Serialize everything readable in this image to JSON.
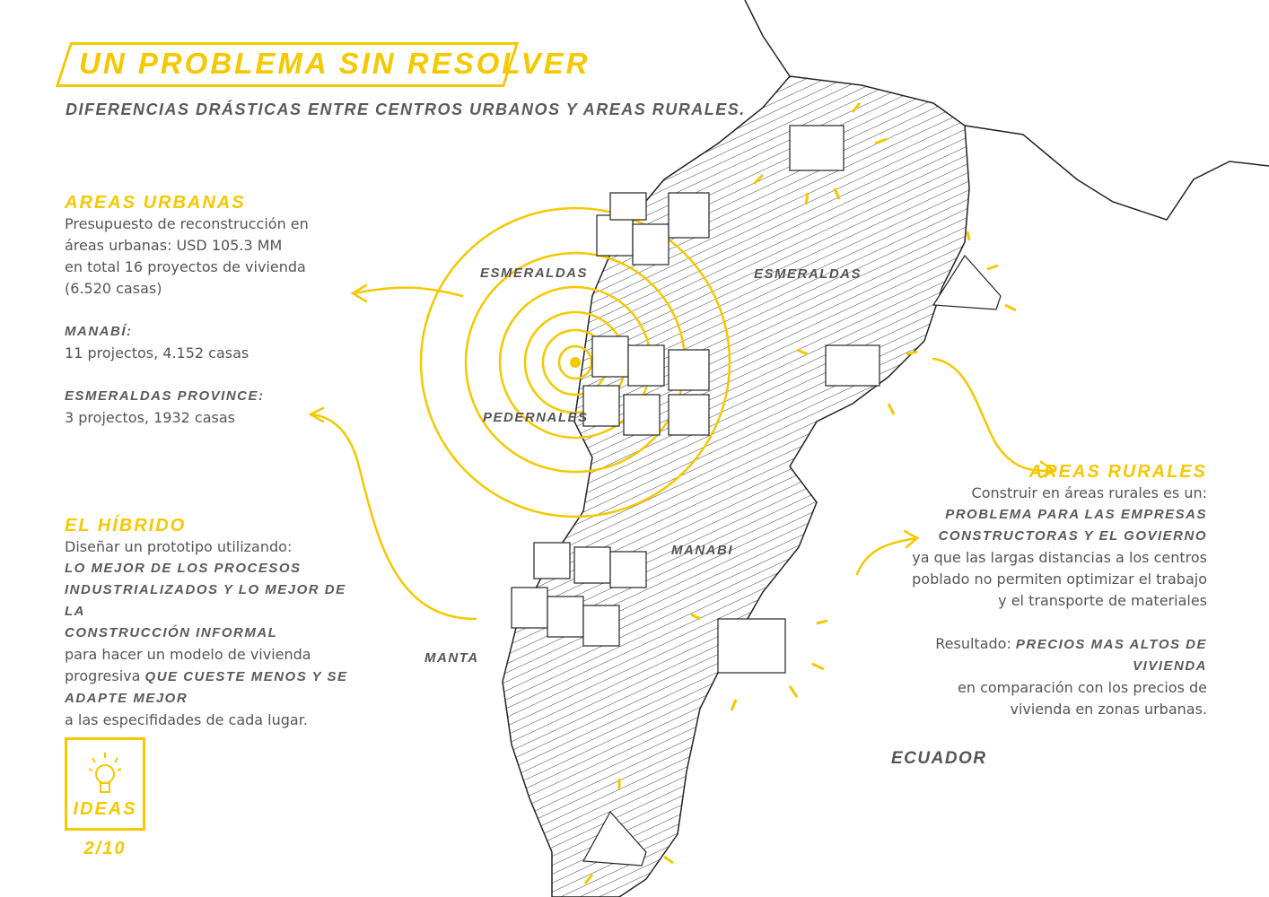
{
  "header": {
    "title": "Un problema sin resolver",
    "subtitle": "Diferencias drásticas entre centros urbanos y Areas rurales."
  },
  "urbanas": {
    "heading": "Areas urbanas",
    "lines": [
      "Presupuesto de reconstrucción en",
      "áreas urbanas: USD 105.3 MM",
      "en total 16 proyectos de vivienda",
      "(6.520 casas)"
    ],
    "manabi_label": "Manabí:",
    "manabi_text": "11 projectos, 4.152 casas",
    "esmeraldas_label": "Esmeraldas province:",
    "esmeraldas_text": "3 projectos, 1932 casas"
  },
  "hibrido": {
    "heading": "El híbrido",
    "line1": "Diseñar un prototipo utilizando:",
    "bold1": "Lo mejor de los procesos",
    "bold2": "industrializados y lo mejor de la",
    "bold3": "construcción informal",
    "line2": "para hacer un modelo de vivienda",
    "line3a": "progresiva ",
    "line3b": "que cueste menos y se",
    "bold4": "adapte mejor",
    "line4": "a las especifidades de cada lugar."
  },
  "rurales": {
    "heading": "Areas rurales",
    "line1": "Construir en áreas rurales es un:",
    "bold1": "Problema para las empresas",
    "bold2": "constructoras y el govierno",
    "line2": "ya que las largas distancias a los centros",
    "line3": "poblado no permiten optimizar el trabajo",
    "line4": "y el transporte de materiales",
    "result_label": "Resultado: ",
    "bold3": "Precios mas altos de",
    "bold4": "vivienda",
    "line5": "en comparación con los precios de",
    "line6": "vivienda en zonas urbanas."
  },
  "map": {
    "labels": {
      "esmeraldas_city": "Esmeraldas",
      "esmeraldas_region": "Esmeraldas",
      "pedernales": "Pedernales",
      "manabi": "Manabi",
      "manta": "Manta",
      "ecuador": "Ecuador"
    }
  },
  "badge": {
    "label": "Ideas",
    "page": "2/10",
    "icon": "lightbulb-icon"
  },
  "colors": {
    "accent": "#f5c800",
    "text": "#5a5a5a"
  }
}
